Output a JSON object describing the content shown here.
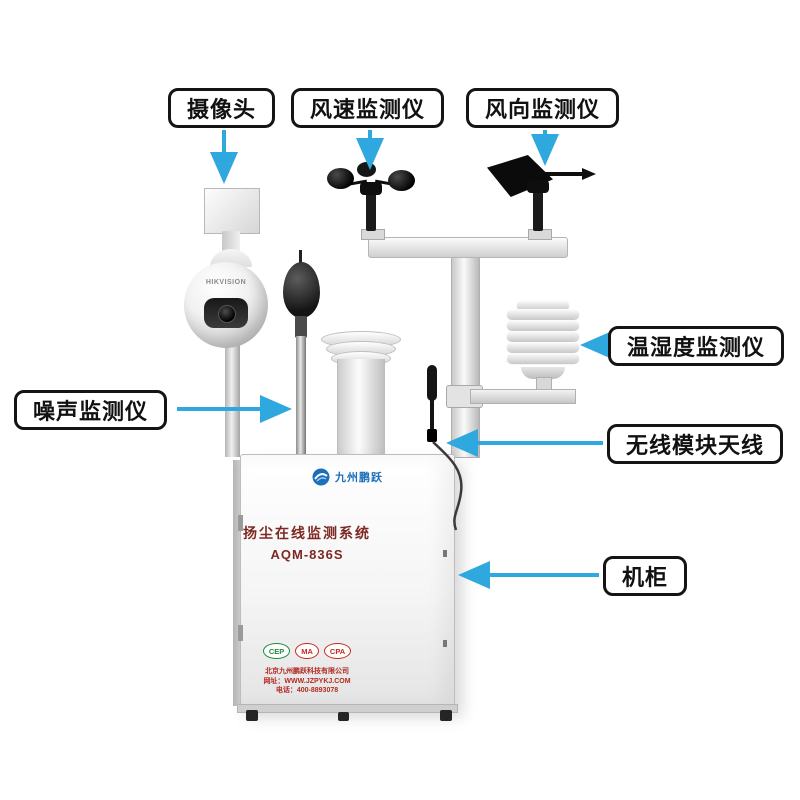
{
  "colors": {
    "arrow_blue": "#2FA8DF",
    "label_border": "#141414",
    "cabinet_text_red": "#7d2822",
    "logo_blue": "#1c6fb8",
    "cert_green": "#1e8a3c",
    "cert_red": "#c8281e"
  },
  "callouts": {
    "camera": "摄像头",
    "wind_speed": "风速监测仪",
    "wind_direction": "风向监测仪",
    "temp_humidity": "温湿度监测仪",
    "noise": "噪声监测仪",
    "wireless_antenna": "无线模块天线",
    "cabinet": "机柜"
  },
  "cabinet_panel": {
    "logo_text": "九州鹏跃",
    "title": "扬尘在线监测系统",
    "model": "AQM-836S",
    "certs": [
      "CEP",
      "MA",
      "CPA"
    ],
    "company": [
      "北京九州鹏跃科技有限公司",
      "网址：WWW.JZPYKJ.COM",
      "电话：400-8893078"
    ]
  },
  "camera": {
    "brand": "HIKVISION"
  }
}
